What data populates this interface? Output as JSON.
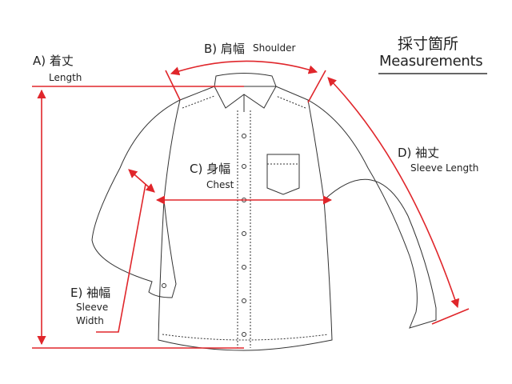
{
  "title": {
    "japanese": "採寸箇所",
    "english": "Measurements"
  },
  "measurements": [
    {
      "key": "A",
      "label": "A) 着丈",
      "english": "Length"
    },
    {
      "key": "B",
      "label": "B) 肩幅",
      "english": "Shoulder"
    },
    {
      "key": "C",
      "label": "C) 身幅",
      "english": "Chest"
    },
    {
      "key": "D",
      "label": "D) 袖丈",
      "english": "Sleeve Length"
    },
    {
      "key": "E",
      "label": "E) 袖幅",
      "english_line1": "Sleeve",
      "english_line2": "Width"
    }
  ],
  "colors": {
    "measure_line": "#e0262b",
    "outline": "#333333"
  }
}
